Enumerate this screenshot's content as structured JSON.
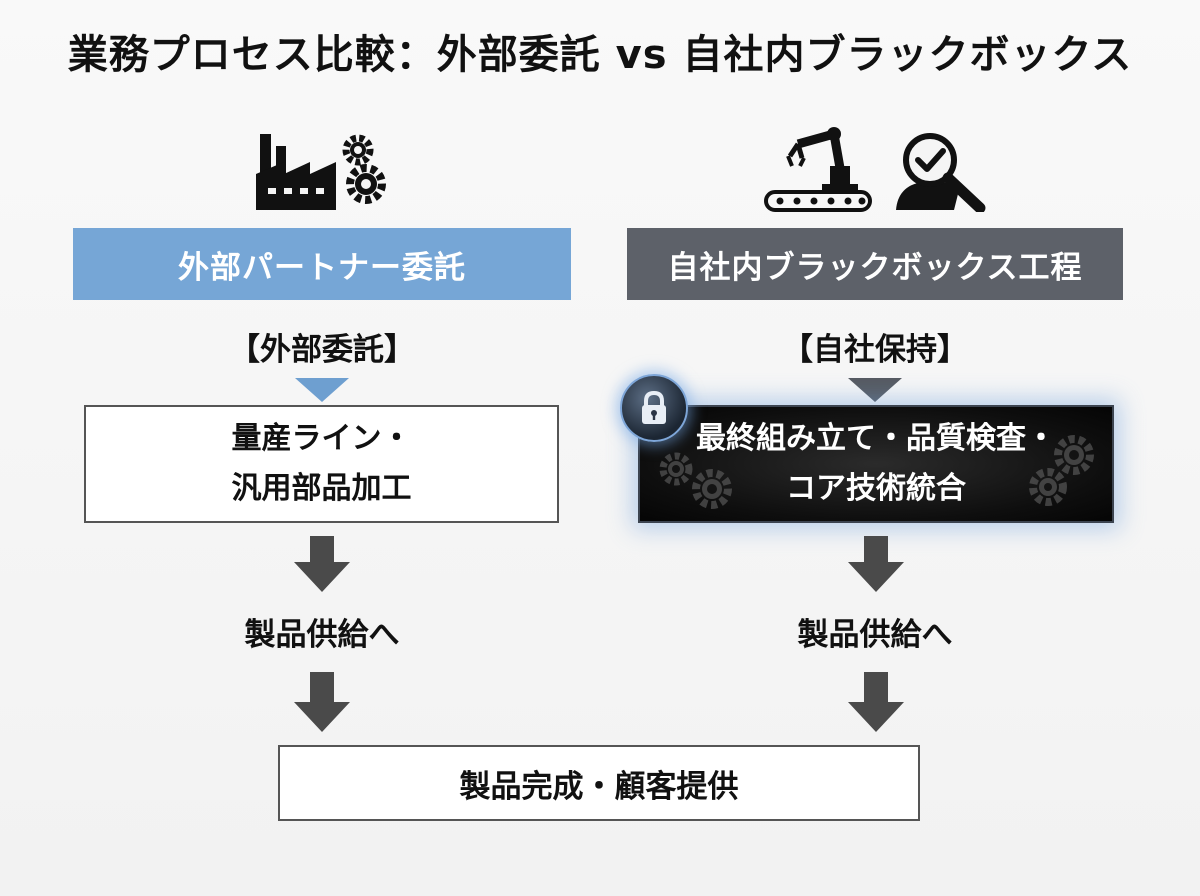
{
  "title": "業務プロセス比較：外部委託 vs 自社内ブラックボックス",
  "left": {
    "icons": [
      "factory-icon",
      "gears-icon"
    ],
    "banner": "外部パートナー委託",
    "bracket_label": "【外部委託】",
    "process_lines": [
      "量産ライン・",
      "汎用部品加工"
    ],
    "step_label": "製品供給へ",
    "accent_color": "#76a6d6"
  },
  "right": {
    "icons": [
      "robot-arm-conveyor-icon",
      "inspection-magnifier-icon"
    ],
    "banner": "自社内ブラックボックス工程",
    "bracket_label": "【自社保持】",
    "process_lines": [
      "最終組み立て・品質検査・",
      "コア技術統合"
    ],
    "lock_icon": "lock-icon",
    "step_label": "製品供給へ",
    "accent_color": "#5d6169"
  },
  "final": "製品完成・顧客提供"
}
